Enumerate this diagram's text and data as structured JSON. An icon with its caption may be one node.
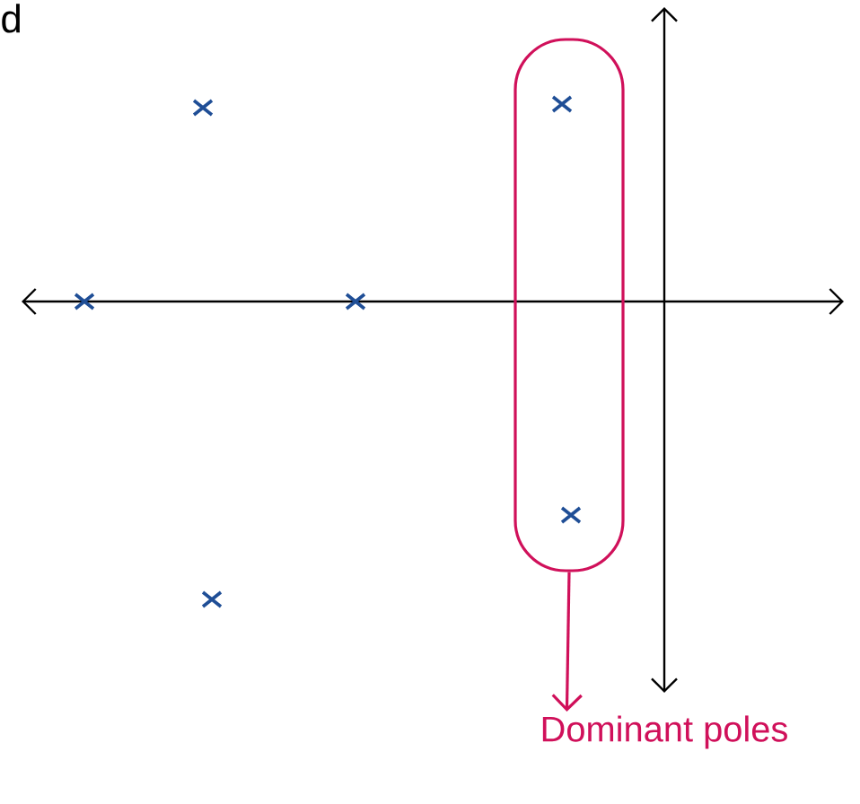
{
  "diagram": {
    "nodes": [
      {
        "text": [
          "Dominant poles"
        ]
      },
      {
        "text": [],
        "shape": "box"
      }
    ],
    "edges": [
      {
        "from": 1,
        "to": 0,
        "arrow": "to"
      }
    ],
    "labels": [
      "d"
    ]
  }
}
